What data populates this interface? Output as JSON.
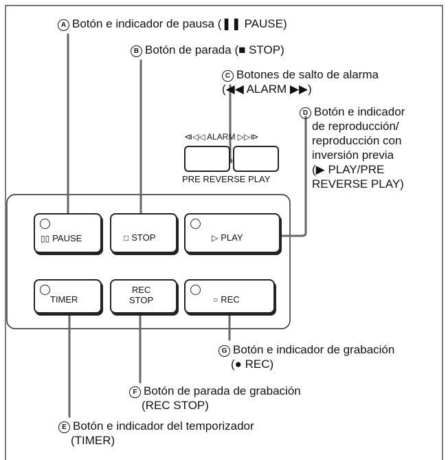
{
  "callouts": {
    "a": {
      "letter": "A",
      "text": "Botón e indicador de pausa (❚❚ PAUSE)"
    },
    "b": {
      "letter": "B",
      "text": "Botón de parada (■ STOP)"
    },
    "c": {
      "letter": "C",
      "line1": "Botones de salto de alarma",
      "line2": "(◀◀ ALARM ▶▶)"
    },
    "d": {
      "letter": "D",
      "line1": "Botón e indicador",
      "line2": "de reproducción/",
      "line3": "reproducción con",
      "line4": "inversión previa",
      "line5": "(▶ PLAY/PRE",
      "line6": "REVERSE PLAY)"
    },
    "g": {
      "letter": "G",
      "line1": "Botón e indicador de grabación",
      "line2": "(● REC)"
    },
    "f": {
      "letter": "F",
      "line1": "Botón de parada de grabación",
      "line2": "(REC STOP)"
    },
    "e": {
      "letter": "E",
      "line1": "Botón e indicador del temporizador",
      "line2": "(TIMER)"
    }
  },
  "panel": {
    "alarm_label": "⧏◁◁ ALARM ▷▷⧐",
    "pre_reverse_label": "PRE REVERSE PLAY",
    "buttons": {
      "pause": {
        "symbol": "▯▯",
        "label": "PAUSE"
      },
      "stop": {
        "symbol": "□",
        "label": "STOP"
      },
      "play": {
        "symbol": "▷",
        "label": "PLAY"
      },
      "timer": {
        "label": "TIMER"
      },
      "rec_stop": {
        "line1": "REC",
        "line2": "STOP"
      },
      "rec": {
        "symbol": "○",
        "label": "REC"
      }
    }
  }
}
